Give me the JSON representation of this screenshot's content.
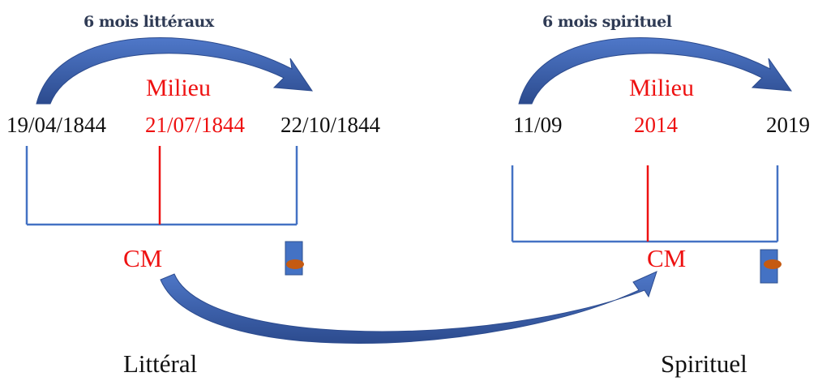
{
  "literal": {
    "header": "6 mois littéraux",
    "milieu_label": "Milieu",
    "start_date": "19/04/1844",
    "middle_date": "21/07/1844",
    "end_date": "22/10/1844",
    "cm_label": "CM",
    "caption": "Littéral"
  },
  "spiritual": {
    "header": "6 mois spirituel",
    "milieu_label": "Milieu",
    "start_date": "11/09",
    "middle_date": "2014",
    "end_date": "2019",
    "cm_label": "CM",
    "caption": "Spirituel"
  },
  "colors": {
    "arrow_fill": "#3f65b4",
    "arrow_dark": "#2c4b8e",
    "timeline_line": "#4472c4",
    "middle_marker": "#ee1111",
    "highlight_text": "#ee1111",
    "header_text": "#2f3b55",
    "dot": "#c55a11"
  }
}
